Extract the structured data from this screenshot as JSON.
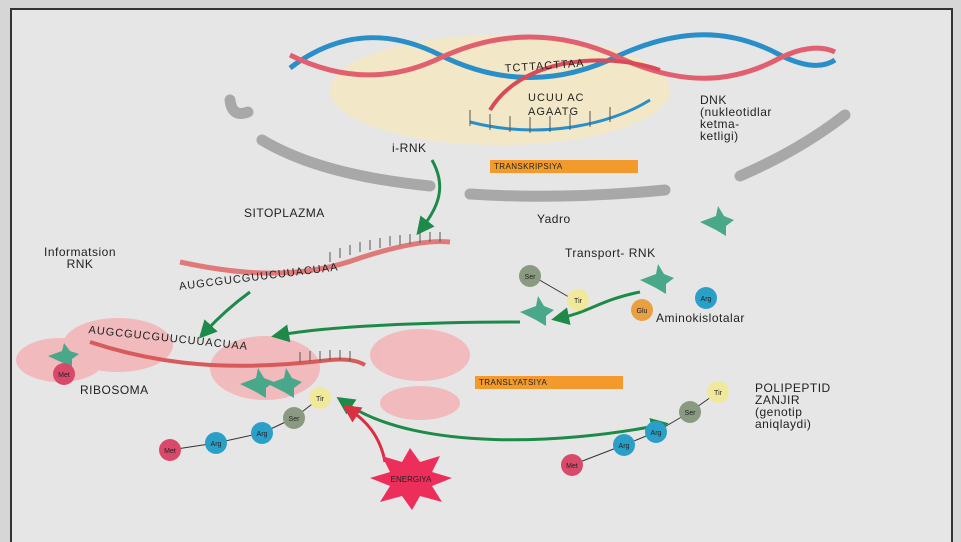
{
  "labels": {
    "dnk": "DNK\n(nukleotidlar\nketma-\nketligi)",
    "i_rnk": "i-RNK",
    "sitoplazma": "SITOPLAZMA",
    "yadro": "Yadro",
    "informatsion_rnk": "Informatsion\nRNK",
    "transport_rnk": "Transport- RNK",
    "aminokislotalar": "Aminokislotalar",
    "ribosoma": "RIBOSOMA",
    "polipeptid": "POLIPEPTID\nZANJIR\n(genotip\naniqlaydi)",
    "transkripsiya": "TRANSKRIPSIYA",
    "translyatsiya": "TRANSLYATSIYA",
    "energiya": "ENERGIYA"
  },
  "sequences": {
    "dna_top": "TCTTACTTAA",
    "dna_mid": "UCUU AC",
    "dna_bot": "AGAATG",
    "mrna": "AUGCGUCGUUCUUACUAA",
    "ribo_mrna": "AUGCGUCGUUCUUACUAA"
  },
  "amino_acids": {
    "ser": "Ser",
    "tir": "Tir",
    "glu": "Glu",
    "arg": "Arg",
    "met": "Met"
  },
  "colors": {
    "met": "#d94a6a",
    "arg": "#2aa0c8",
    "ser": "#8a9a80",
    "tir": "#f0e89a",
    "glu": "#e8a040",
    "trna": "#4aa88a",
    "arrow": "#1e8a4a",
    "tag": "#f29b2c"
  }
}
